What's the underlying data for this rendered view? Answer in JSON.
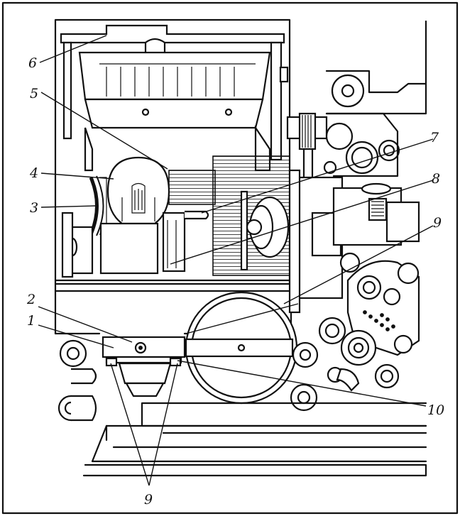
{
  "labels": [
    {
      "id": "1",
      "text": "1"
    },
    {
      "id": "2",
      "text": "2"
    },
    {
      "id": "3",
      "text": "3"
    },
    {
      "id": "4",
      "text": "4"
    },
    {
      "id": "5",
      "text": "5"
    },
    {
      "id": "6",
      "text": "6"
    },
    {
      "id": "7",
      "text": "7"
    },
    {
      "id": "8",
      "text": "8"
    },
    {
      "id": "9a",
      "text": "9"
    },
    {
      "id": "9b",
      "text": "9"
    },
    {
      "id": "10",
      "text": "10"
    }
  ]
}
